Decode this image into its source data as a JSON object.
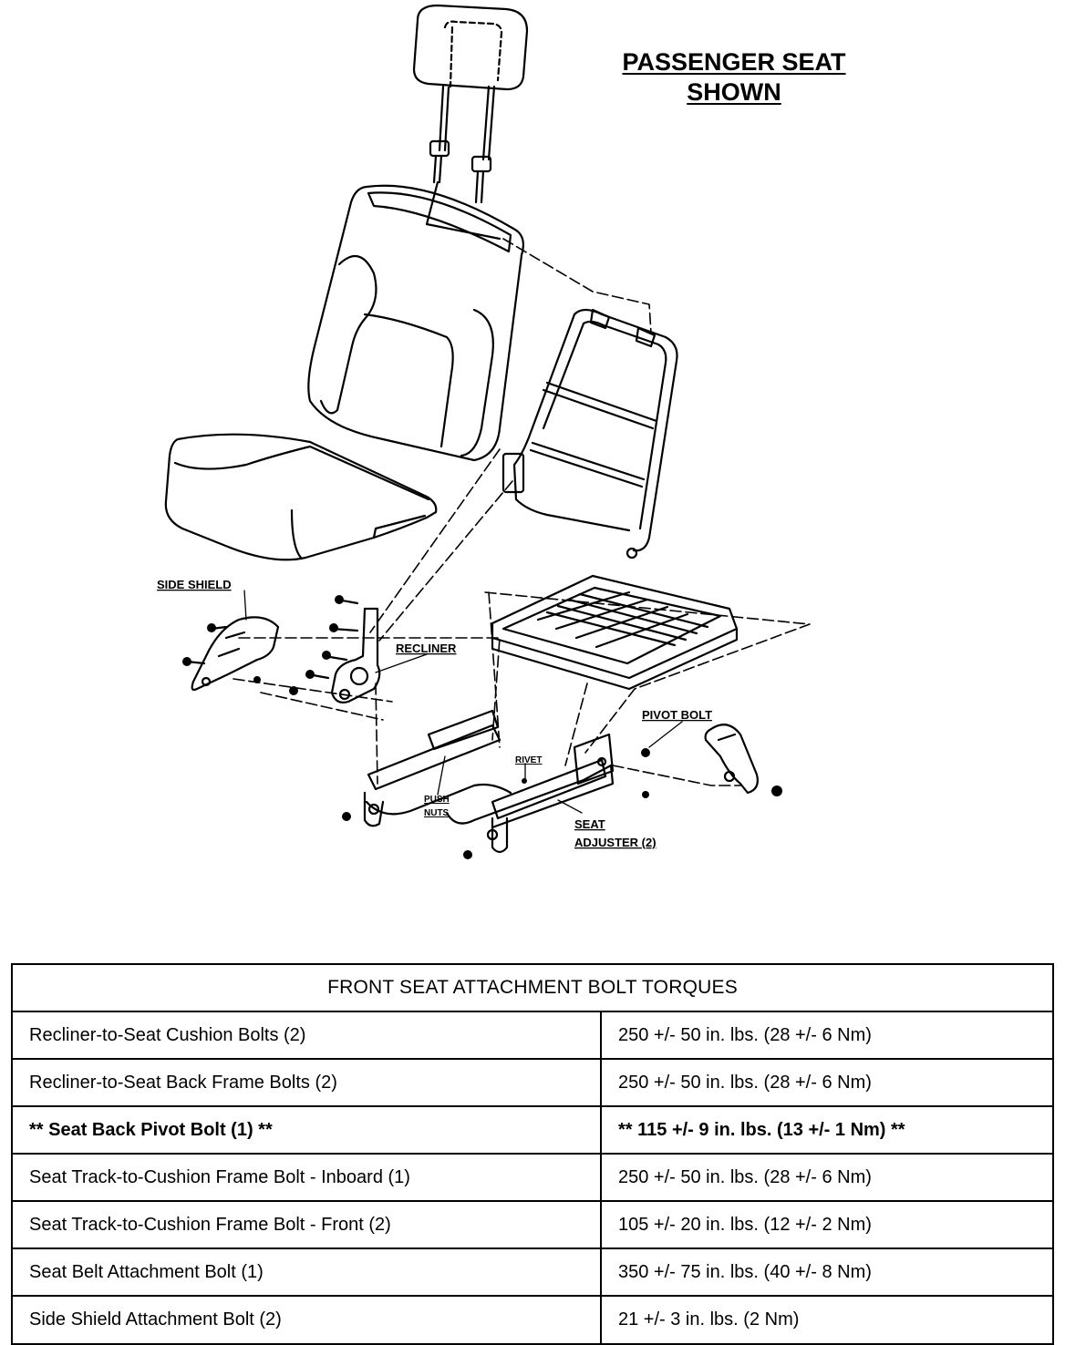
{
  "title": {
    "line1": "PASSENGER SEAT",
    "line2": "SHOWN"
  },
  "callouts": {
    "side_shield": "SIDE SHIELD",
    "recliner": "RECLINER",
    "pivot_bolt": "PIVOT BOLT",
    "rivet": "RIVET",
    "push": "PUSH",
    "nuts": "NUTS",
    "seat": "SEAT",
    "adjuster": "ADJUSTER (2)"
  },
  "table": {
    "header": "FRONT SEAT ATTACHMENT BOLT TORQUES",
    "rows": [
      {
        "part": "Recliner-to-Seat Cushion Bolts (2)",
        "torque": "250 +/- 50 in. lbs. (28 +/- 6 Nm)",
        "emphasis": false
      },
      {
        "part": "Recliner-to-Seat Back Frame Bolts (2)",
        "torque": "250 +/- 50 in. lbs. (28 +/- 6 Nm)",
        "emphasis": false
      },
      {
        "part": "** Seat Back Pivot Bolt (1) **",
        "torque": "** 115 +/- 9 in. lbs. (13 +/- 1 Nm) **",
        "emphasis": true
      },
      {
        "part": "Seat Track-to-Cushion Frame Bolt - Inboard (1)",
        "torque": "250 +/- 50 in. lbs. (28 +/- 6 Nm)",
        "emphasis": false
      },
      {
        "part": "Seat Track-to-Cushion Frame Bolt - Front (2)",
        "torque": "105 +/- 20 in. lbs. (12 +/- 2 Nm)",
        "emphasis": false
      },
      {
        "part": "Seat Belt Attachment Bolt (1)",
        "torque": "350 +/- 75 in. lbs. (40 +/- 8 Nm)",
        "emphasis": false
      },
      {
        "part": "Side Shield Attachment Bolt (2)",
        "torque": "21 +/- 3 in. lbs. (2 Nm)",
        "emphasis": false
      }
    ]
  }
}
